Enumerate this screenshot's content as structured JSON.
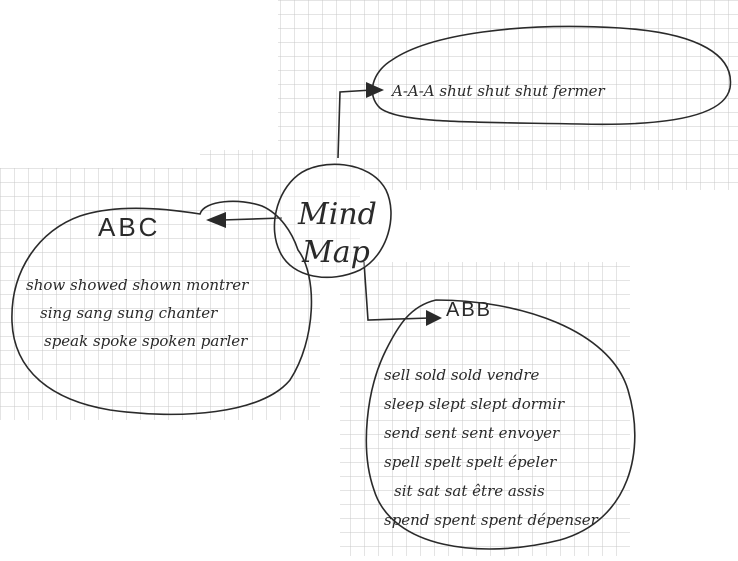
{
  "colors": {
    "paper": "#ffffff",
    "grid": "#c9c9c9",
    "ink": "#2a2a2a"
  },
  "center": {
    "line1": "Mind",
    "line2": "Map"
  },
  "branches": {
    "aaa": {
      "lines": [
        "A-A-A  shut  shut  shut  fermer"
      ]
    },
    "abc": {
      "heading": "ABC",
      "lines": [
        "show showed shown montrer",
        "sing sang sung chanter",
        "speak spoke spoken parler"
      ]
    },
    "abb": {
      "heading": "ABB",
      "lines": [
        "sell  sold  sold  vendre",
        "sleep  slept  slept  dormir",
        "send  sent  sent  envoyer",
        "spell  spelt  spelt  épeler",
        "sit  sat  sat  être assis",
        "spend  spent  spent  dépenser"
      ]
    }
  }
}
